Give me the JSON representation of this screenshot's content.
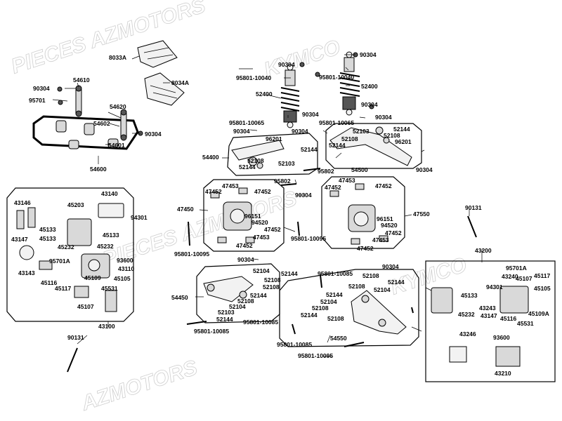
{
  "watermarks": [
    "PIECES AZMOTORS",
    "KYMCO",
    "PIECES AZMOTORS",
    "KYMCO",
    "AZMOTORS"
  ],
  "labels": {
    "l8033A": "8033A",
    "l8034A": "8034A",
    "l54610": "54610",
    "l90304a": "90304",
    "l95701": "95701",
    "l54620": "54620",
    "l54602": "54602",
    "l90304b": "90304",
    "l54601": "54601",
    "l54600": "54600",
    "l90304c": "90304",
    "l95801_10040a": "95801-10040",
    "l52400a": "52400",
    "l90304d": "90304",
    "l95801_10065a": "95801-10065",
    "l90304e": "90304",
    "l90304f": "90304",
    "l95801_10040b": "95801-10040",
    "l52400b": "52400",
    "l90304g": "90304",
    "l95801_10065b": "95801-10065",
    "l90304h": "90304",
    "l90304i": "90304",
    "l96201a": "96201",
    "l52144a": "52144",
    "l54400": "54400",
    "l52108a": "52108",
    "l52144b": "52144",
    "l52103a": "52103",
    "l95802a": "95802",
    "l52103b": "52103",
    "l52144c": "52144",
    "l52108b": "52108",
    "l52108c": "52108",
    "l52144d": "52144",
    "l96201b": "96201",
    "l54500": "54500",
    "l90304j": "90304",
    "l43146": "43146",
    "l43140": "43140",
    "l45203": "45203",
    "l94301a": "94301",
    "l45133a": "45133",
    "l45133b": "45133",
    "l45133c": "45133",
    "l45232a": "45232",
    "l45232b": "45232",
    "l43147a": "43147",
    "l93600a": "93600",
    "l95701Aa": "95701A",
    "l43143": "43143",
    "l43110": "43110",
    "l45116a": "45116",
    "l45109": "45109",
    "l45105a": "45105",
    "l45117a": "45117",
    "l45531a": "45531",
    "l45107a": "45107",
    "l43100": "43100",
    "l90131a": "90131",
    "l95802b": "95802",
    "l47453a": "47453",
    "l47452a": "47452",
    "l47452b": "47452",
    "l90304k": "90304",
    "l47450": "47450",
    "l96151a": "96151",
    "l94520a": "94520",
    "l47452c": "47452",
    "l47453b": "47453",
    "l47452d": "47452",
    "l95801_10095a": "95801-10095",
    "l47453c": "47453",
    "l47452e": "47452",
    "l47452f": "47452",
    "l47550": "47550",
    "l96151b": "96151",
    "l94520b": "94520",
    "l47452g": "47452",
    "l47453d": "47453",
    "l47452h": "47452",
    "l95801_10095b": "95801-10095",
    "l90131b": "90131",
    "l43200": "43200",
    "l90304l": "90304",
    "l52104a": "52104",
    "l52144e": "52144",
    "l52108d": "52108",
    "l52108e": "52108",
    "l54450": "54450",
    "l52144f": "52144",
    "l52108f": "52108",
    "l52104b": "52104",
    "l52103c": "52103",
    "l52144g": "52144",
    "l95801_10085a": "95801-10085",
    "l95801_10085b": "95801-10085",
    "l95801_10085c": "95801-10085",
    "l90304m": "90304",
    "l52108g": "52108",
    "l52144h": "52144",
    "l52108h": "52108",
    "l52104c": "52104",
    "l52144i": "52144",
    "l52104d": "52104",
    "l52108i": "52108",
    "l52144j": "52144",
    "l52108j": "52108",
    "l54550": "54550",
    "l95801_10085d": "95801-10085",
    "l95801_10095c": "95801-10095",
    "l95701Ab": "95701A",
    "l43240": "43240",
    "l45117b": "45117",
    "l45107b": "45107",
    "l94301b": "94301",
    "l45105b": "45105",
    "l45133d": "45133",
    "l43243": "43243",
    "l43147b": "43147",
    "l45116b": "45116",
    "l45109A": "45109A",
    "l45232c": "45232",
    "l45531b": "45531",
    "l43246": "43246",
    "l93600b": "93600",
    "l43210": "43210"
  }
}
